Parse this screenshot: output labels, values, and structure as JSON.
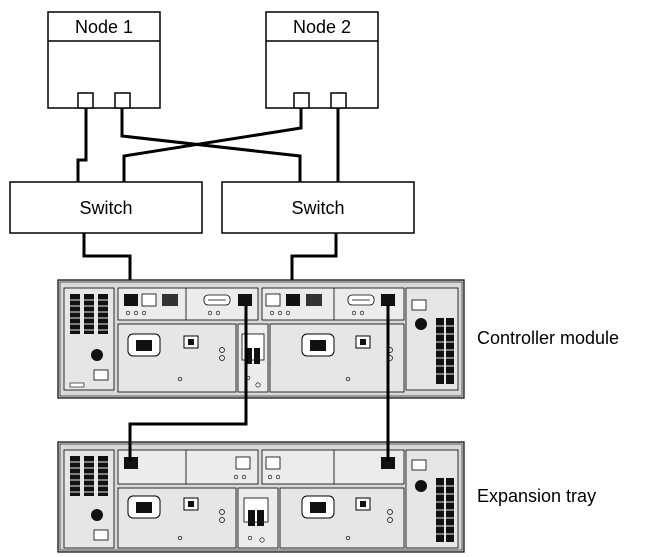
{
  "nodes": [
    {
      "label": "Node 1"
    },
    {
      "label": "Node 2"
    }
  ],
  "switches": [
    {
      "label": "Switch"
    },
    {
      "label": "Switch"
    }
  ],
  "enclosures": {
    "controller_module": {
      "label": "Controller module"
    },
    "expansion_tray": {
      "label": "Expansion tray"
    }
  },
  "colors": {
    "line": "#000000",
    "chassis_fill": "#d9d9d9",
    "panel_fill": "#ececec",
    "port_fill": "#111111",
    "background": "#ffffff"
  }
}
